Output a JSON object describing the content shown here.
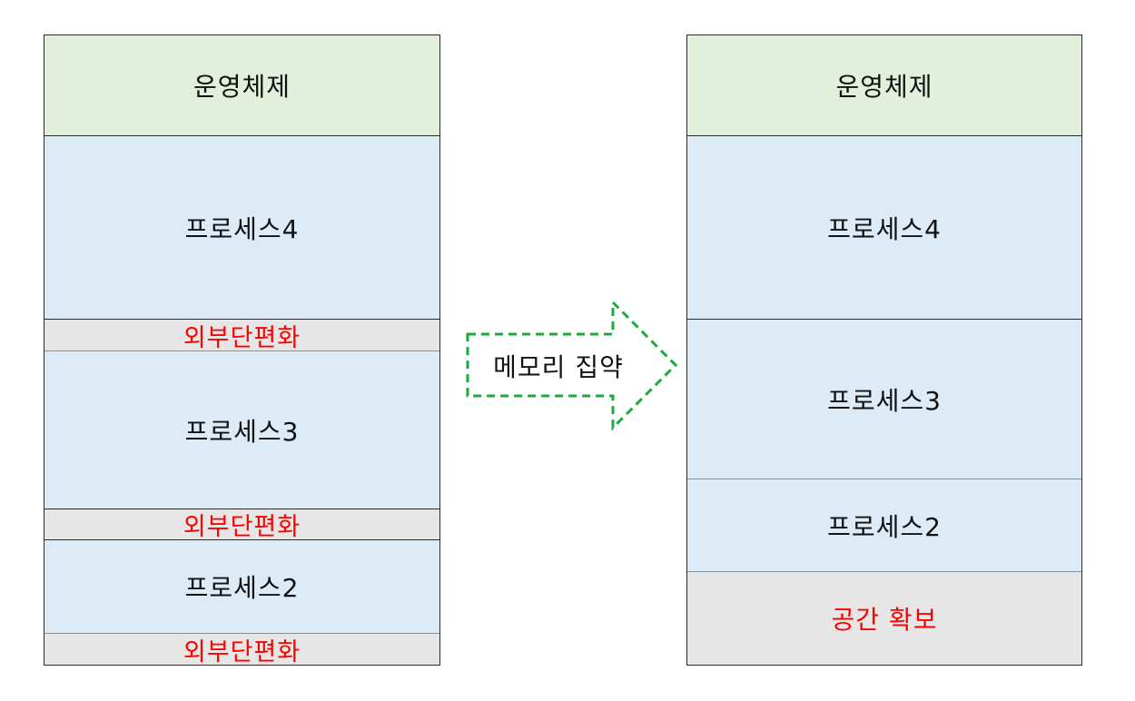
{
  "before": {
    "blocks": [
      {
        "kind": "os",
        "label": "운영체제"
      },
      {
        "kind": "process",
        "label": "프로세스4"
      },
      {
        "kind": "fragment",
        "label": "외부단편화"
      },
      {
        "kind": "process",
        "label": "프로세스3"
      },
      {
        "kind": "fragment",
        "label": "외부단편화"
      },
      {
        "kind": "process",
        "label": "프로세스2"
      },
      {
        "kind": "fragment",
        "label": "외부단편화"
      }
    ]
  },
  "arrow": {
    "label": "메모리 집약",
    "color": "#1aab40"
  },
  "after": {
    "blocks": [
      {
        "kind": "os",
        "label": "운영체제"
      },
      {
        "kind": "process",
        "label": "프로세스4"
      },
      {
        "kind": "process",
        "label": "프로세스3"
      },
      {
        "kind": "process",
        "label": "프로세스2"
      },
      {
        "kind": "free",
        "label": "공간 확보"
      }
    ]
  },
  "colors": {
    "os": "#e2efda",
    "process": "#ddebf7",
    "fragment": "#e7e6e6",
    "highlight_text": "#ff0000"
  }
}
